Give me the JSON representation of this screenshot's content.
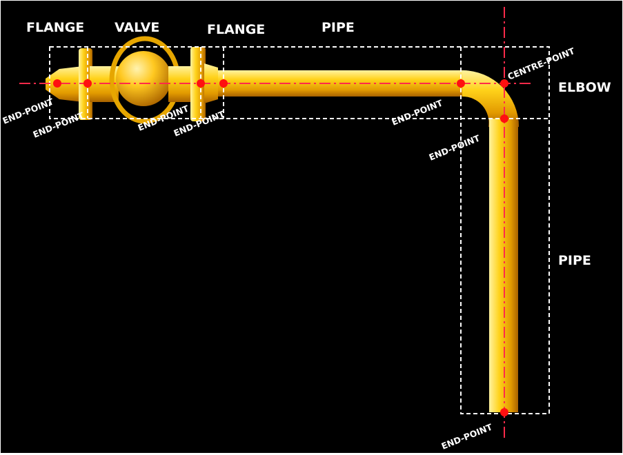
{
  "labels": {
    "flange_left": "FLANGE",
    "valve": "VALVE",
    "flange_right": "FLANGE",
    "pipe_horizontal": "PIPE",
    "elbow": "ELBOW",
    "pipe_vertical": "PIPE"
  },
  "point_labels": {
    "end_point": "END-POINT",
    "centre_point": "CENTRE-POINT"
  },
  "colors": {
    "background": "#000000",
    "pipe": "#f5b800",
    "centerline": "#ff2a4a",
    "marker": "#ff1010",
    "boundary": "#ffffff",
    "text": "#ffffff"
  }
}
